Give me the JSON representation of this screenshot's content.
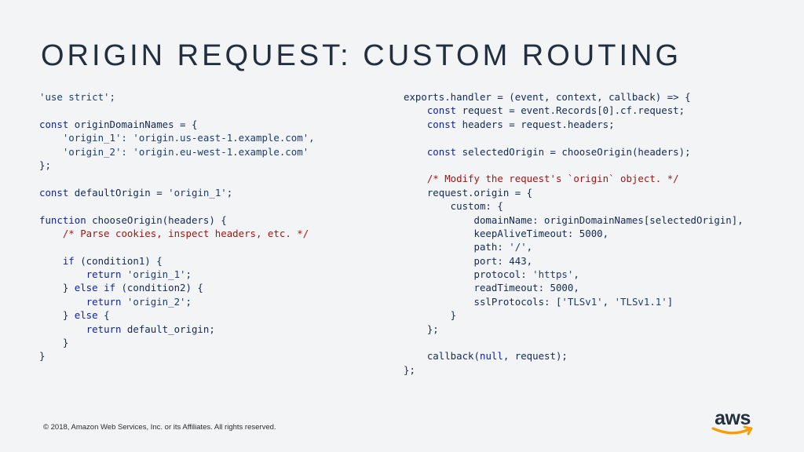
{
  "slide": {
    "title": "ORIGIN REQUEST: CUSTOM ROUTING",
    "footer": "© 2018, Amazon Web Services, Inc. or its Affiliates. All rights reserved.",
    "logo_text": "aws"
  },
  "colors": {
    "background": "#f2f4f5",
    "title": "#232f3e",
    "code": "#142a52",
    "keyword": "#10239e",
    "comment": "#a31515",
    "smile": "#ff9900"
  },
  "code_left": [
    [
      {
        "t": "'use strict';",
        "c": "str"
      }
    ],
    [],
    [
      {
        "t": "const",
        "c": "kw"
      },
      {
        "t": " originDomainNames = {"
      }
    ],
    [
      {
        "t": "    'origin_1': 'origin.us-east-1.example.com',",
        "c": "str"
      }
    ],
    [
      {
        "t": "    'origin_2': 'origin.eu-west-1.example.com'",
        "c": "str"
      }
    ],
    [
      {
        "t": "};"
      }
    ],
    [],
    [
      {
        "t": "const",
        "c": "kw"
      },
      {
        "t": " defaultOrigin = "
      },
      {
        "t": "'origin_1'",
        "c": "str"
      },
      {
        "t": ";"
      }
    ],
    [],
    [
      {
        "t": "function",
        "c": "kw"
      },
      {
        "t": " chooseOrigin(headers) {"
      }
    ],
    [
      {
        "t": "    "
      },
      {
        "t": "/* Parse cookies, inspect headers, etc. */",
        "c": "cm"
      }
    ],
    [],
    [
      {
        "t": "    "
      },
      {
        "t": "if",
        "c": "kw"
      },
      {
        "t": " (condition1) {"
      }
    ],
    [
      {
        "t": "        "
      },
      {
        "t": "return",
        "c": "kw"
      },
      {
        "t": " "
      },
      {
        "t": "'origin_1'",
        "c": "str"
      },
      {
        "t": ";"
      }
    ],
    [
      {
        "t": "    } "
      },
      {
        "t": "else if",
        "c": "kw"
      },
      {
        "t": " (condition2) {"
      }
    ],
    [
      {
        "t": "        "
      },
      {
        "t": "return",
        "c": "kw"
      },
      {
        "t": " "
      },
      {
        "t": "'origin_2'",
        "c": "str"
      },
      {
        "t": ";"
      }
    ],
    [
      {
        "t": "    } "
      },
      {
        "t": "else",
        "c": "kw"
      },
      {
        "t": " {"
      }
    ],
    [
      {
        "t": "        "
      },
      {
        "t": "return",
        "c": "kw"
      },
      {
        "t": " default_origin;"
      }
    ],
    [
      {
        "t": "    }"
      }
    ],
    [
      {
        "t": "}"
      }
    ]
  ],
  "code_right": [
    [
      {
        "t": "exports.handler = (event, context, callback) => {"
      }
    ],
    [
      {
        "t": "    "
      },
      {
        "t": "const",
        "c": "kw"
      },
      {
        "t": " request = event.Records[0].cf.request;"
      }
    ],
    [
      {
        "t": "    "
      },
      {
        "t": "const",
        "c": "kw"
      },
      {
        "t": " headers = request.headers;"
      }
    ],
    [],
    [
      {
        "t": "    "
      },
      {
        "t": "const",
        "c": "kw"
      },
      {
        "t": " selectedOrigin = chooseOrigin(headers);"
      }
    ],
    [],
    [
      {
        "t": "    "
      },
      {
        "t": "/* Modify the request's `origin` object. */",
        "c": "cm"
      }
    ],
    [
      {
        "t": "    request.origin = {"
      }
    ],
    [
      {
        "t": "        custom: {"
      }
    ],
    [
      {
        "t": "            domainName: originDomainNames[selectedOrigin],"
      }
    ],
    [
      {
        "t": "            keepAliveTimeout: 5000,"
      }
    ],
    [
      {
        "t": "            path: "
      },
      {
        "t": "'/'",
        "c": "str"
      },
      {
        "t": ","
      }
    ],
    [
      {
        "t": "            port: 443,"
      }
    ],
    [
      {
        "t": "            protocol: "
      },
      {
        "t": "'https'",
        "c": "str"
      },
      {
        "t": ","
      }
    ],
    [
      {
        "t": "            readTimeout: 5000,"
      }
    ],
    [
      {
        "t": "            sslProtocols: ["
      },
      {
        "t": "'TLSv1'",
        "c": "str"
      },
      {
        "t": ", "
      },
      {
        "t": "'TLSv1.1'",
        "c": "str"
      },
      {
        "t": "]"
      }
    ],
    [
      {
        "t": "        }"
      }
    ],
    [
      {
        "t": "    };"
      }
    ],
    [],
    [
      {
        "t": "    callback("
      },
      {
        "t": "null",
        "c": "kw"
      },
      {
        "t": ", request);"
      }
    ],
    [
      {
        "t": "};"
      }
    ]
  ]
}
